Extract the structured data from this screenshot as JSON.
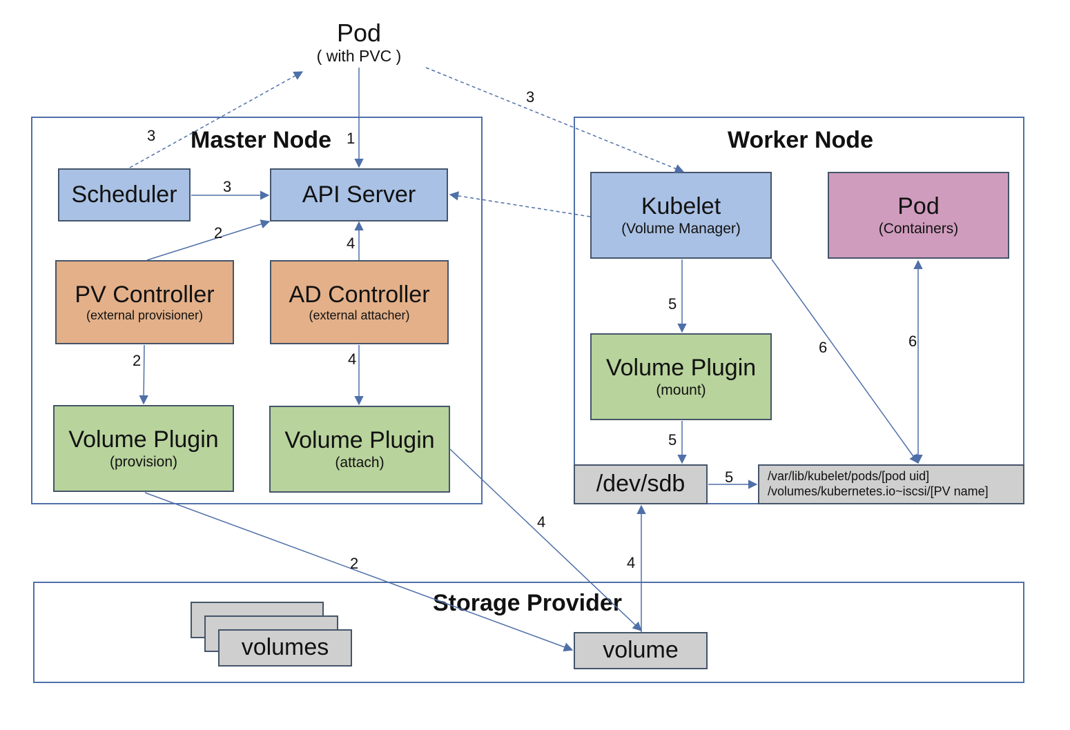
{
  "pod_top": {
    "title": "Pod",
    "subtitle": "( with PVC )"
  },
  "master": {
    "title": "Master Node",
    "scheduler": "Scheduler",
    "api_server": "API Server",
    "pv_controller": {
      "title": "PV Controller",
      "subtitle": "(external provisioner)"
    },
    "ad_controller": {
      "title": "AD Controller",
      "subtitle": "(external attacher)"
    },
    "plugin_provision": {
      "title": "Volume Plugin",
      "subtitle": "(provision)"
    },
    "plugin_attach": {
      "title": "Volume Plugin",
      "subtitle": "(attach)"
    }
  },
  "worker": {
    "title": "Worker Node",
    "kubelet": {
      "title": "Kubelet",
      "subtitle": "(Volume Manager)"
    },
    "pod": {
      "title": "Pod",
      "subtitle": "(Containers)"
    },
    "plugin_mount": {
      "title": "Volume Plugin",
      "subtitle": "(mount)"
    },
    "device": "/dev/sdb",
    "mount_path": {
      "line1": "/var/lib/kubelet/pods/[pod uid]",
      "line2": "/volumes/kubernetes.io~iscsi/[PV name]"
    }
  },
  "storage": {
    "title": "Storage Provider",
    "volumes": "volumes",
    "volume": "volume"
  },
  "step_labels": {
    "pod_to_api": "1",
    "scheduler_to_pod": "3",
    "scheduler_to_api": "3",
    "pod_to_kubelet": "3",
    "pv_to_api": "2",
    "pv_to_plugin": "2",
    "plugin_provision_to_volume": "2",
    "ad_to_api": "4",
    "ad_to_plugin": "4",
    "plugin_attach_to_volume": "4",
    "volume_to_device": "4",
    "kubelet_to_plugin": "5",
    "plugin_to_device": "5",
    "device_to_path": "5",
    "kubelet_to_path": "6",
    "pod_to_path": "6"
  },
  "colors": {
    "blue_box": "#a9c1e4",
    "orange_box": "#e3b089",
    "green_box": "#b8d39c",
    "purple_box": "#cf9cbd",
    "gray_box": "#cfcfcf",
    "line": "#4f6fa8"
  }
}
